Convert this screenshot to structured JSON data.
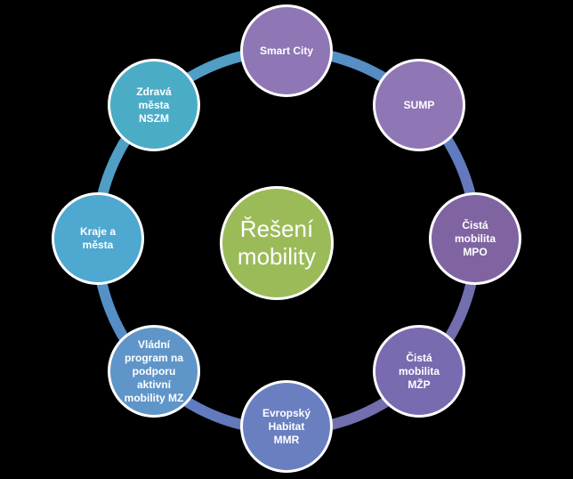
{
  "diagram": {
    "center": {
      "label": "Řešení\nmobility",
      "color": "#9bbb59"
    },
    "nodes": [
      {
        "id": "smart-city",
        "label": "Smart City",
        "color": "#8f76b4"
      },
      {
        "id": "sump",
        "label": "SUMP",
        "color": "#8f76b4"
      },
      {
        "id": "cista-mobilita-mpo",
        "label": "Čistá\nmobilita\nMPO",
        "color": "#8064a2"
      },
      {
        "id": "cista-mobilita-mzp",
        "label": "Čistá\nmobilita\nMŽP",
        "color": "#7a6ab0"
      },
      {
        "id": "evropsky-habitat-mmr",
        "label": "Evropský\nHabitat\nMMR",
        "color": "#6a7fc0"
      },
      {
        "id": "vladni-program-mz",
        "label": "Vládní\nprogram na\npodporu\naktivní\nmobility MZ",
        "color": "#5f95c8"
      },
      {
        "id": "kraje-a-mesta",
        "label": "Kraje a\nměsta",
        "color": "#4ea8cf"
      },
      {
        "id": "zdrava-mesta-nszm",
        "label": "Zdravá\nměsta\nNSZM",
        "color": "#4bacc6"
      }
    ],
    "ring_colors": {
      "cyan": "#4bacc6",
      "blue": "#5b7fc4",
      "purple": "#8064a2"
    }
  }
}
